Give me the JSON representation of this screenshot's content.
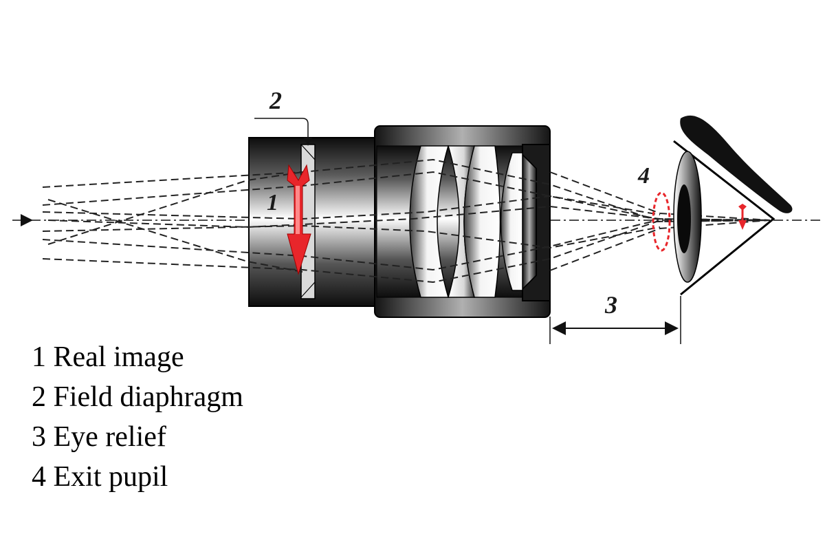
{
  "callouts": {
    "real_image": "1",
    "field_diaphragm": "2",
    "eye_relief": "3",
    "exit_pupil": "4"
  },
  "legend": [
    "1 Real image",
    "2 Field diaphragm",
    "3 Eye relief",
    "4 Exit pupil"
  ],
  "colors": {
    "image_arrow": "#e8262b",
    "exit_pupil": "#e8262b",
    "ray": "#222222",
    "housing_dark": "#1a1a1a"
  }
}
